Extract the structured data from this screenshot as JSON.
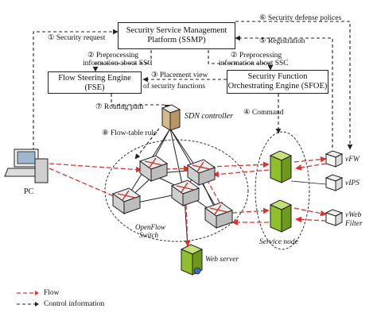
{
  "boxes": {
    "ssmp": "Security Service Management Platform (SSMP)",
    "fse": "Flow Steering Engine (FSE)",
    "sfoe": "Security Function Orchestrating Engine (SFOE)"
  },
  "steps": {
    "s1": "① Security request",
    "s2a_line1": "② Preprocessing",
    "s2a_line2": "information about SSC",
    "s2b_line1": "② Preprocessing",
    "s2b_line2": "information about SSC",
    "s3_line1": "③ Placement view",
    "s3_line2": "of security functions",
    "s4": "④ Command",
    "s5": "⑤ Registration",
    "s6": "⑥ Security defense polices",
    "s7": "⑦ Routing path",
    "s8": "⑧ Flow-table rule"
  },
  "nodes": {
    "pc": "PC",
    "sdn": "SDN controller",
    "openflow_line1": "OpenFlow",
    "openflow_line2": "Switch",
    "webserver": "Web server",
    "servicenode": "Service node",
    "vfw": "vFW",
    "vips": "vIPS",
    "vweb_line1": "vWeb",
    "vweb_line2": "Filter"
  },
  "legend": {
    "flow": "Flow",
    "control": "Control information"
  },
  "colors": {
    "flow": "#e0322c",
    "control": "#222222",
    "server_green": "#8fbf2a",
    "switch_gray": "#d9d9d9"
  }
}
